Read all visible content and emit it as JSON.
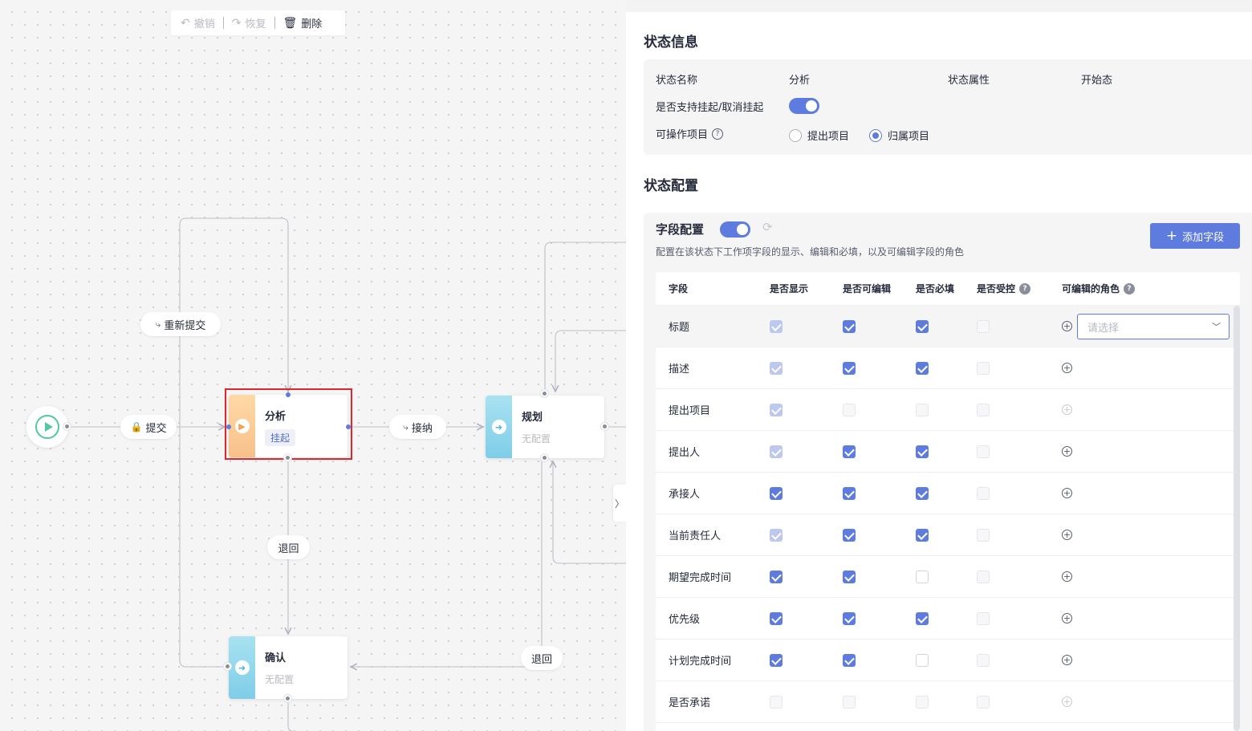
{
  "toolbar": {
    "undo": "撤销",
    "redo": "恢复",
    "delete": "删除"
  },
  "canvas": {
    "start_node": "start",
    "transitions": {
      "submit": "提交",
      "resubmit": "重新提交",
      "accept": "接纳",
      "return1": "退回",
      "return2": "退回"
    },
    "nodes": {
      "analysis": {
        "title": "分析",
        "tag": "挂起"
      },
      "planning": {
        "title": "规划",
        "sub": "无配置"
      },
      "confirm": {
        "title": "确认",
        "sub": "无配置"
      }
    },
    "collapse_glyph": "〉"
  },
  "state_info": {
    "title": "状态信息",
    "name_label": "状态名称",
    "name_value": "分析",
    "attr_label": "状态属性",
    "attr_value": "开始态",
    "suspend_label": "是否支持挂起/取消挂起",
    "suspend_enabled": true,
    "operable_label": "可操作项目",
    "options": [
      {
        "label": "提出项目",
        "selected": false
      },
      {
        "label": "归属项目",
        "selected": true
      }
    ]
  },
  "state_config": {
    "title": "状态配置",
    "field_config_title": "字段配置",
    "field_config_enabled": true,
    "add_field_label": "添加字段",
    "description": "配置在该状态下工作项字段的显示、编辑和必填，以及可编辑字段的角色",
    "columns": [
      "字段",
      "是否显示",
      "是否可编辑",
      "是否必填",
      "是否受控",
      "可编辑的角色"
    ],
    "role_placeholder": "请选择",
    "rows": [
      {
        "field": "标题",
        "show": "dis-on",
        "edit": "on",
        "required": "on",
        "controlled": "dis",
        "role": "active"
      },
      {
        "field": "描述",
        "show": "dis-on",
        "edit": "on",
        "required": "on",
        "controlled": "dis",
        "role": "on"
      },
      {
        "field": "提出项目",
        "show": "dis-on",
        "edit": "dis",
        "required": "dis",
        "controlled": "dis",
        "role": "dis"
      },
      {
        "field": "提出人",
        "show": "dis-on",
        "edit": "on",
        "required": "on",
        "controlled": "dis",
        "role": "on"
      },
      {
        "field": "承接人",
        "show": "on",
        "edit": "on",
        "required": "on",
        "controlled": "dis",
        "role": "on"
      },
      {
        "field": "当前责任人",
        "show": "dis-on",
        "edit": "on",
        "required": "on",
        "controlled": "dis",
        "role": "on"
      },
      {
        "field": "期望完成时间",
        "show": "on",
        "edit": "on",
        "required": "off",
        "controlled": "dis",
        "role": "on"
      },
      {
        "field": "优先级",
        "show": "on",
        "edit": "on",
        "required": "on",
        "controlled": "dis",
        "role": "on"
      },
      {
        "field": "计划完成时间",
        "show": "on",
        "edit": "on",
        "required": "off",
        "controlled": "dis",
        "role": "on"
      },
      {
        "field": "是否承诺",
        "show": "dis",
        "edit": "dis",
        "required": "dis",
        "controlled": "dis",
        "role": "dis"
      }
    ]
  }
}
